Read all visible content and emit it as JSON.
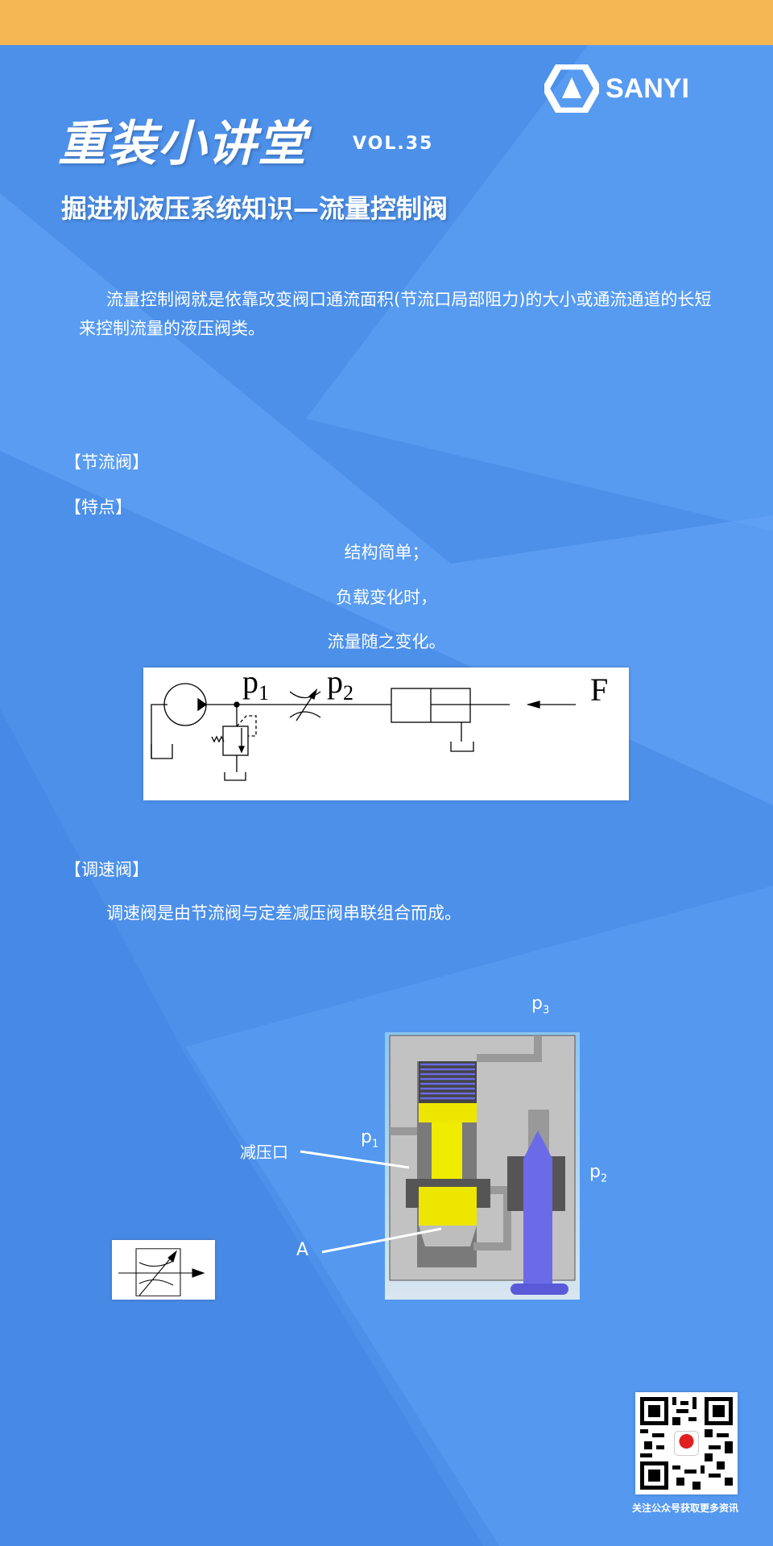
{
  "header": {
    "title": "重装小讲堂",
    "volume": "VOL.35",
    "brand": "SANYI",
    "subtitle": "掘进机液压系统知识—流量控制阀"
  },
  "intro": "流量控制阀就是依靠改变阀口通流面积(节流口局部阻力)的大小或通流通道的长短来控制流量的液压阀类。",
  "throttle": {
    "heading": "【节流阀】",
    "features_heading": "【特点】",
    "features": [
      "结构简单；",
      "负载变化时，",
      "流量随之变化。"
    ],
    "diagram": {
      "p1": "p",
      "p1_sub": "1",
      "p2": "p",
      "p2_sub": "2",
      "force": "F"
    }
  },
  "speed_valve": {
    "heading": "【调速阀】",
    "description": "调速阀是由节流阀与定差减压阀串联组合而成。",
    "labels": {
      "p3": "p",
      "p3_sub": "3",
      "p1": "p",
      "p1_sub": "1",
      "p2": "p",
      "p2_sub": "2",
      "port": "减压口",
      "area": "A"
    }
  },
  "footer": {
    "qr_caption": "关注公众号获取更多资讯"
  },
  "colors": {
    "top_bar": "#F5B754",
    "background": "#4C90EA",
    "spool": "#F0EC00",
    "piston": "#6B6BE8"
  }
}
